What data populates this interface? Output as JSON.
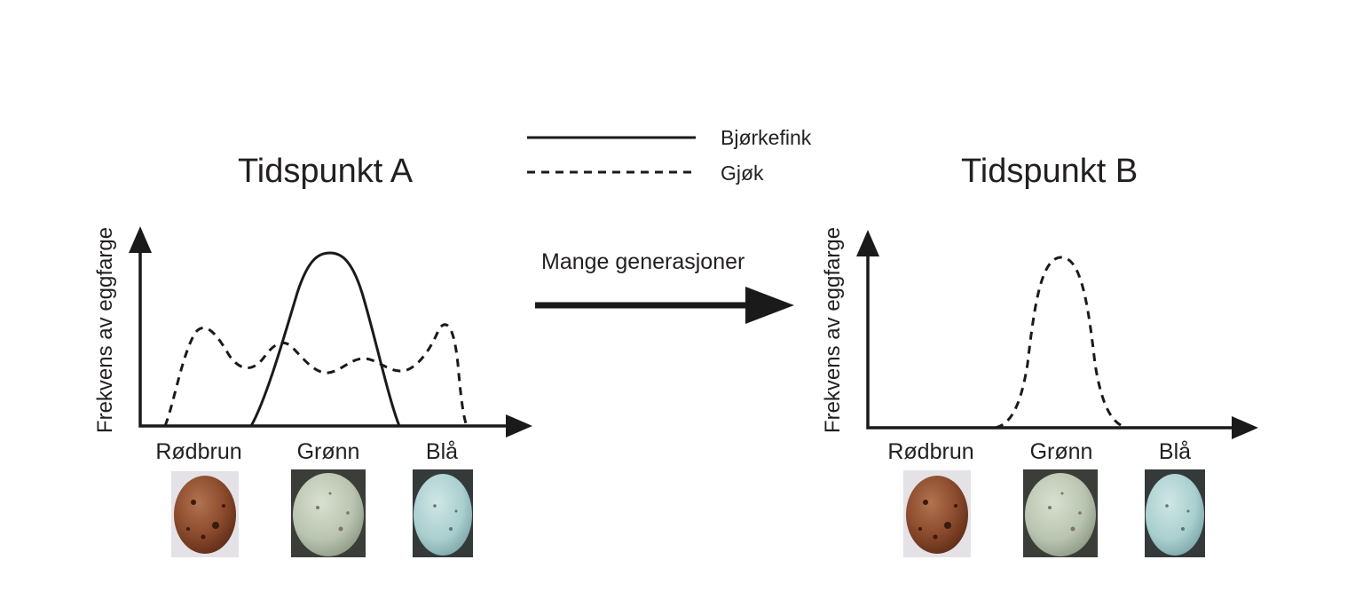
{
  "legend": {
    "solid_label": "Bjørkefink",
    "dashed_label": "Gjøk"
  },
  "arrow_label": "Mange generasjoner",
  "panels": [
    {
      "title": "Tidspunkt A",
      "ylabel": "Frekvens av eggfarge",
      "categories": [
        "Rødbrun",
        "Grønn",
        "Blå"
      ]
    },
    {
      "title": "Tidspunkt B",
      "ylabel": "Frekvens av eggfarge",
      "categories": [
        "Rødbrun",
        "Grønn",
        "Blå"
      ]
    }
  ],
  "egg_colors": {
    "rodbrun": "#8a4a2c",
    "gronn": "#b9c4b0",
    "bla": "#a9cfcf"
  }
}
